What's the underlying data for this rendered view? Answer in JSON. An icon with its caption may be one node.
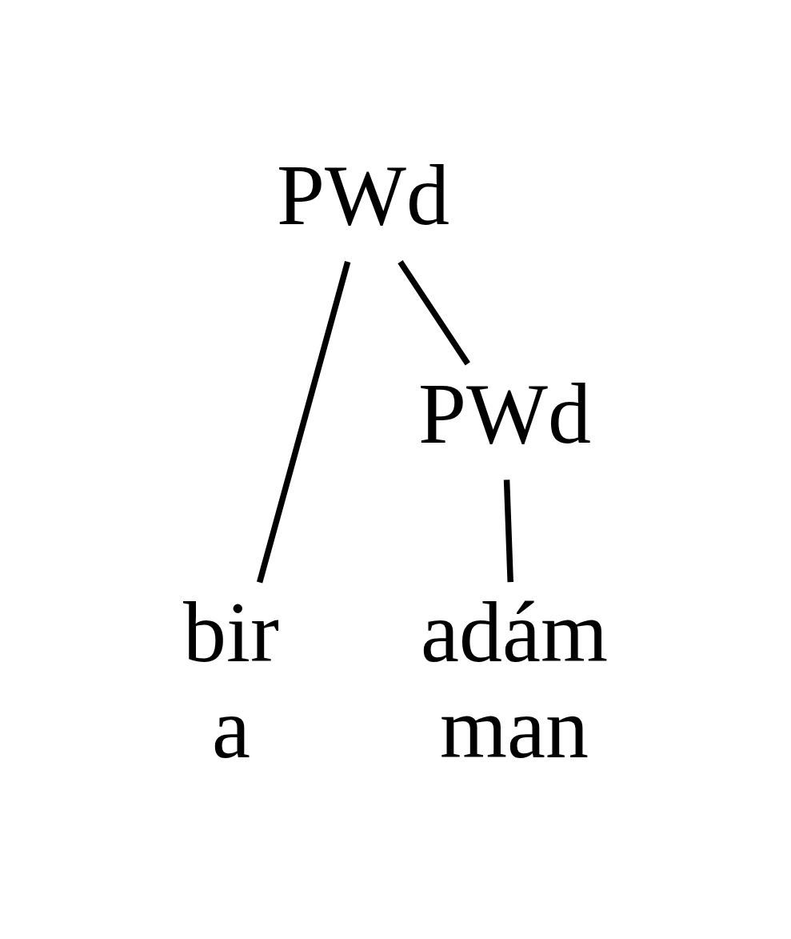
{
  "diagram": {
    "nodes": [
      {
        "text": [
          "PWd"
        ]
      },
      {
        "text": [
          "PWd"
        ]
      },
      {
        "text": [
          "bir"
        ],
        "beside": [
          "a"
        ]
      },
      {
        "text": [
          "adám"
        ],
        "beside": [
          "man"
        ]
      }
    ],
    "edges": [
      {
        "from": 0,
        "to": 2,
        "arrow": "none"
      },
      {
        "from": 0,
        "to": 1,
        "arrow": "none"
      },
      {
        "from": 1,
        "to": 3,
        "arrow": "none"
      }
    ]
  }
}
